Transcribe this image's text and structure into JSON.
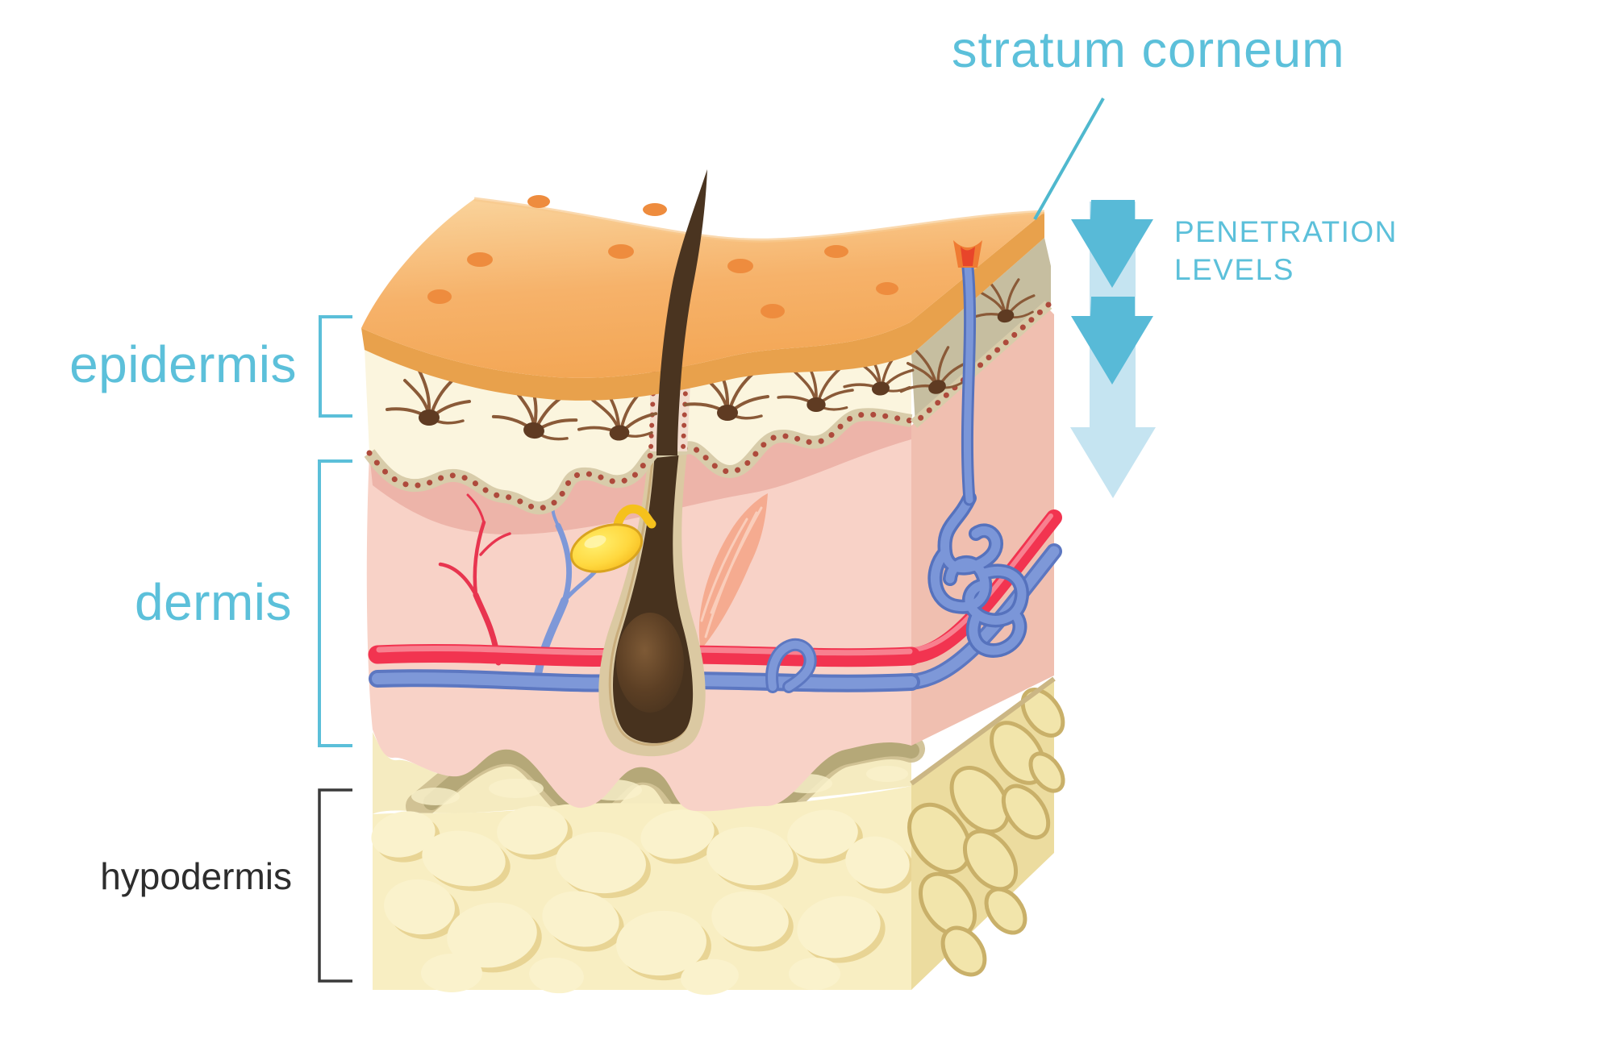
{
  "diagram": {
    "type": "skin-cross-section",
    "labels": {
      "stratum_corneum": "stratum corneum",
      "epidermis": "epidermis",
      "dermis": "dermis",
      "hypodermis": "hypodermis",
      "penetration_levels": "PENETRATION\nLEVELS"
    },
    "colors": {
      "label_teal": "#5CC0DA",
      "label_dark": "#2D2D2D",
      "pointer_line": "#4FB8CE",
      "arrow_dark": "#58BAD7",
      "arrow_light": "#C5E4F1",
      "skin_surface_orange": "#F5AF63",
      "surface_lip_orange": "#E8A14C",
      "pore_orange": "#EE8C3E",
      "epidermis_cream": "#FBF5DE",
      "epidermis_side_gray": "#C6BEA0",
      "basement_band_tan": "#D8CCAA",
      "basement_dot_red": "#AE4A3C",
      "dermis_pink": "#F8D2C7",
      "dermis_shadow_pink": "#EDB4A9",
      "dermis_side_pink": "#F0BFB0",
      "artery_red": "#F23450",
      "vein_blue": "#7E98D8",
      "vein_outline": "#5C77C1",
      "sweat_gland_blue": "#7B96D8",
      "sebaceous_yellow": "#FFDC43",
      "muscle_salmon": "#F5AB90",
      "hair_brown": "#47321E",
      "follicle_sheath_tan": "#DBC9A2",
      "hypodermis_yellow": "#F8EEC2",
      "hypodermis_side_yellow": "#ECDC9F",
      "fat_lobule_light": "#FAF2CC",
      "under_dermis_shadow_olive": "#B5A878"
    }
  }
}
